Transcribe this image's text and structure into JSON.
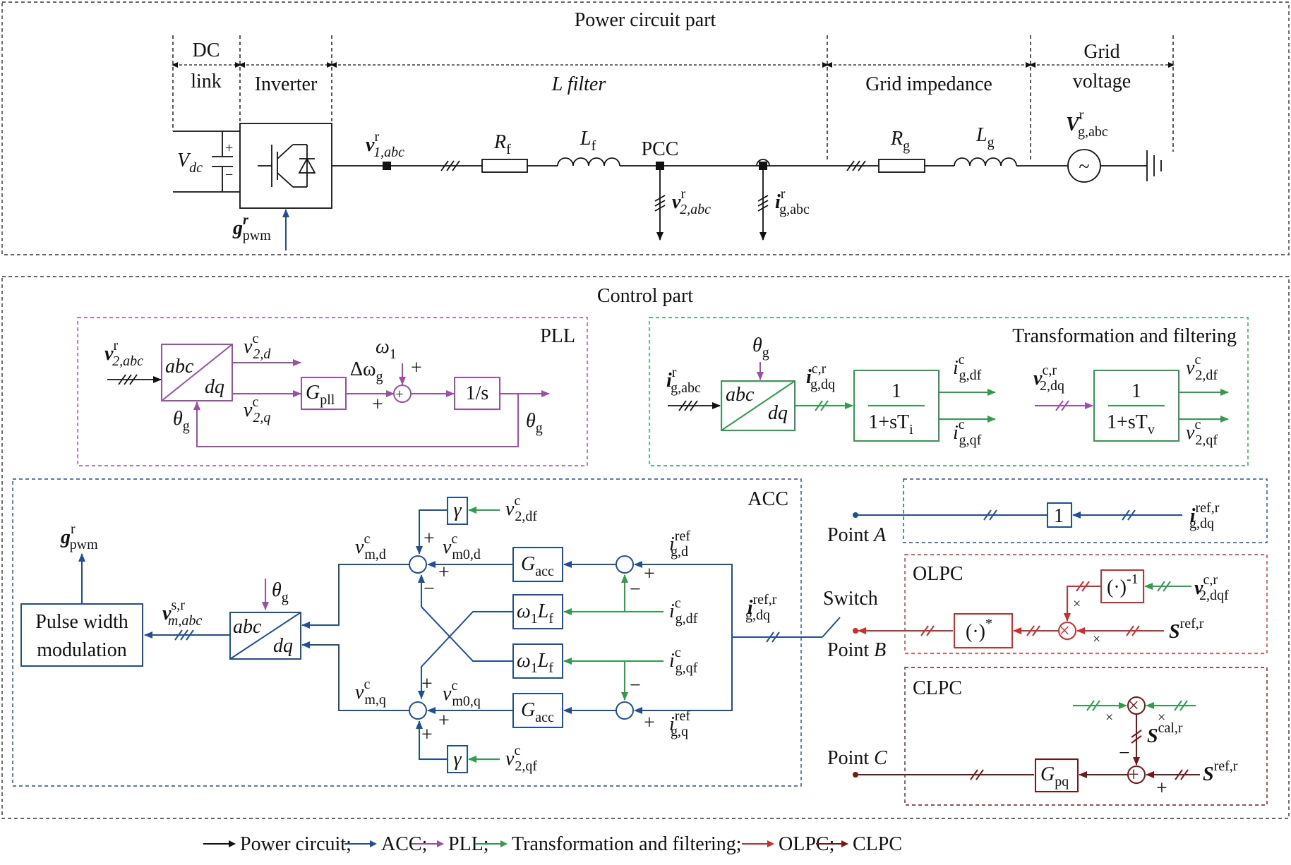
{
  "power": {
    "title": "Power circuit part",
    "dc_link": [
      "DC",
      "link"
    ],
    "inverter": "Inverter",
    "l_filter": "L filter",
    "grid_impedance": "Grid impedance",
    "grid_voltage": [
      "Grid",
      "voltage"
    ],
    "vdc": "V",
    "vdc_sub": "dc",
    "v1": "v",
    "v1_sup": "r",
    "v1_sub": "1,abc",
    "rf": "R",
    "rf_sub": "f",
    "lf": "L",
    "lf_sub": "f",
    "pcc": "PCC",
    "v2": "v",
    "v2_sup": "r",
    "v2_sub": "2,abc",
    "ig": "i",
    "ig_sup": "r",
    "ig_sub": "g,abc",
    "rg": "R",
    "rg_sub": "g",
    "lg": "L",
    "lg_sub": "g",
    "vg": "V",
    "vg_sup": "r",
    "vg_sub": "g,abc",
    "gpwm": "g",
    "gpwm_sup": "r",
    "gpwm_sub": "pwm",
    "tilde": "~"
  },
  "control": {
    "title": "Control part",
    "pll": {
      "label": "PLL",
      "in": "v",
      "in_sup": "r",
      "in_sub": "2,abc",
      "abc": "abc",
      "dq": "dq",
      "vd": "v",
      "vd_sup": "c",
      "vd_sub": "2,d",
      "vq": "v",
      "vq_sup": "c",
      "vq_sub": "2,q",
      "gpll": "G",
      "gpll_sub": "pll",
      "dw": "Δω",
      "dw_sub": "g",
      "w1": "ω",
      "w1_sub": "1",
      "plus1": "+",
      "plus2": "+",
      "int": "1/s",
      "theta": "θ",
      "theta_sub": "g",
      "theta2": "θ",
      "theta2_sub": "g"
    },
    "tf": {
      "label": "Transformation and filtering",
      "theta": "θ",
      "theta_sub": "g",
      "in": "i",
      "in_sup": "r",
      "in_sub": "g,abc",
      "abc": "abc",
      "dq": "dq",
      "idq": "i",
      "idq_sup": "c,r",
      "idq_sub": "g,dq",
      "num": "1",
      "den_i": "1+sT",
      "den_i_sub": "i",
      "idf": "i",
      "idf_sup": "c",
      "idf_sub": "g,df",
      "iqf": "i",
      "iqf_sup": "c",
      "iqf_sub": "g,qf",
      "vin": "v",
      "vin_sup": "c,r",
      "vin_sub": "2,dq",
      "num2": "1",
      "den_v": "1+sT",
      "den_v_sub": "v",
      "vdf": "v",
      "vdf_sup": "c",
      "vdf_sub": "2,df",
      "vqf": "v",
      "vqf_sup": "c",
      "vqf_sub": "2,qf"
    },
    "acc": {
      "label": "ACC",
      "gpwm": "g",
      "gpwm_sup": "r",
      "gpwm_sub": "pwm",
      "pwm": [
        "Pulse width",
        "modulation"
      ],
      "vmsr": "v",
      "vmsr_sup": "s,r",
      "vmsr_sub": "m,abc",
      "theta": "θ",
      "theta_sub": "g",
      "abc": "abc",
      "dq": "dq",
      "vmd": "v",
      "vmd_sup": "c",
      "vmd_sub": "m,d",
      "vmq": "v",
      "vmq_sup": "c",
      "vmq_sub": "m,q",
      "vm0d": "v",
      "vm0d_sup": "c",
      "vm0d_sub": "m0,d",
      "vm0q": "v",
      "vm0q_sup": "c",
      "vm0q_sub": "m0,q",
      "gamma": "γ",
      "v2df": "v",
      "v2df_sup": "c",
      "v2df_sub": "2,df",
      "v2qf": "v",
      "v2qf_sup": "c",
      "v2qf_sub": "2,qf",
      "gacc": "G",
      "gacc_sub": "acc",
      "w1lf": "ω",
      "w1lf_mid": "1",
      "w1lf_L": "L",
      "w1lf_sub": "f",
      "igd": "i",
      "igd_sup": "ref",
      "igd_sub": "g,d",
      "igq": "i",
      "igq_sup": "ref",
      "igq_sub": "g,q",
      "igdf": "i",
      "igdf_sup": "c",
      "igdf_sub": "g,df",
      "igqf": "i",
      "igqf_sup": "c",
      "igqf_sub": "g,qf",
      "igdq": "i",
      "igdq_sup": "ref,r",
      "igdq_sub": "g,dq",
      "plus": "+",
      "minus": "−"
    },
    "switch": "Switch",
    "pointA": "Point ",
    "pointA_it": "A",
    "pointB": "Point ",
    "pointB_it": "B",
    "pointC": "Point ",
    "pointC_it": "C",
    "a_block": "1",
    "a_in": "i",
    "a_in_sup": "ref,r",
    "a_in_sub": "g,dq",
    "olpc": {
      "label": "OLPC",
      "inv": "(·)",
      "inv_sup": "-1",
      "conj": "(·)",
      "conj_sup": "*",
      "v2dqf": "v",
      "v2dqf_sup": "c,r",
      "v2dqf_sub": "2,dqf",
      "sref": "S",
      "sref_sup": "ref,r",
      "times": "×"
    },
    "clpc": {
      "label": "CLPC",
      "scal": "S",
      "scal_sup": "cal,r",
      "sref": "S",
      "sref_sup": "ref,r",
      "gpq": "G",
      "gpq_sub": "pq",
      "times": "×",
      "minus": "−",
      "plus": "+"
    }
  },
  "legend": [
    {
      "label": "Power circuit;",
      "color": "#111111"
    },
    {
      "label": "ACC;",
      "color": "#1f4e9a"
    },
    {
      "label": "PLL;",
      "color": "#9b4fa5"
    },
    {
      "label": "Transformation and filtering;",
      "color": "#2e9e4c"
    },
    {
      "label": "OLPC;",
      "color": "#d22b2b"
    },
    {
      "label": "CLPC",
      "color": "#7a1616"
    }
  ]
}
